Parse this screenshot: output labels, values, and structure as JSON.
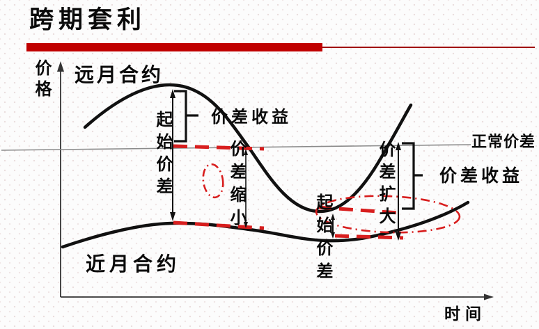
{
  "title": "跨期套利",
  "colors": {
    "accent_bar": "#c00000",
    "annotation_red": "#d81e1e",
    "curve_black": "#111111",
    "axis_black": "#333333",
    "normal_line_gray": "#8a8a8a"
  },
  "diagram": {
    "y_axis": "价格",
    "x_axis": "时间",
    "curves": {
      "far": "远月合约",
      "near": "近月合约"
    },
    "annotations": {
      "initial_spread_left": "起始价差",
      "spread_profit_left": "价差收益",
      "spread_narrow": "价差缩小",
      "normal_spread": "正常价差",
      "spread_widen": "价差扩大",
      "spread_profit_right": "价差收益",
      "initial_spread_right": "起始价差"
    }
  }
}
